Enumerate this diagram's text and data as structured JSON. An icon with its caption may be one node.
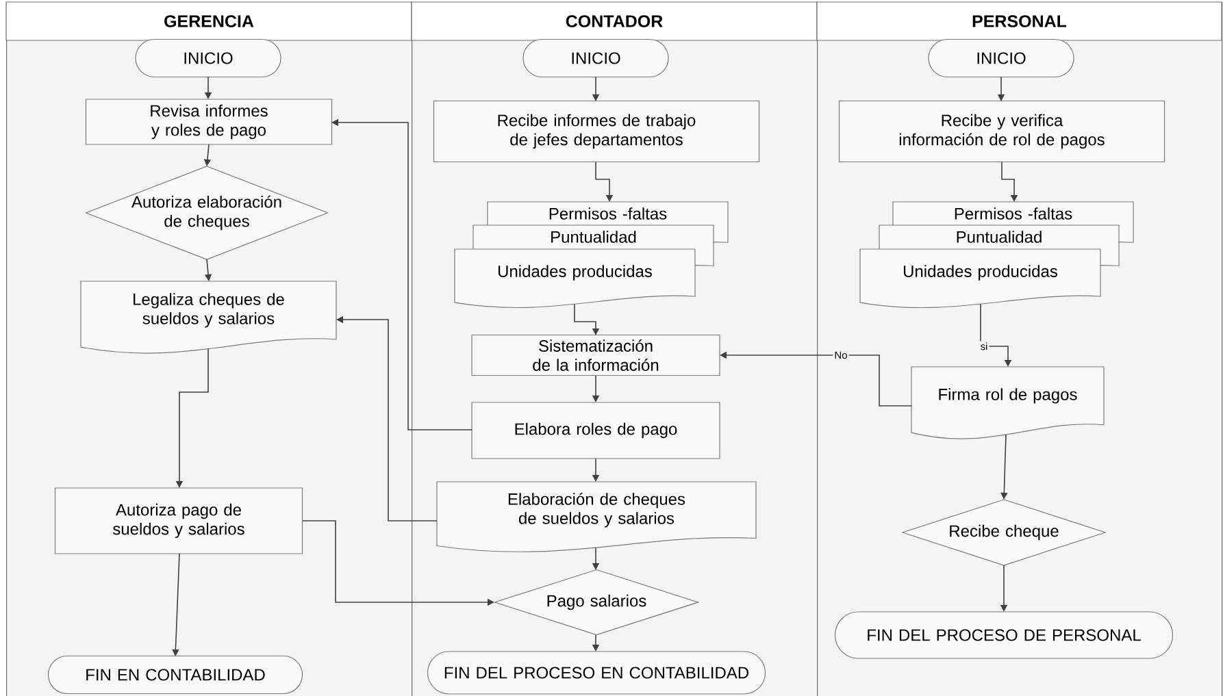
{
  "diagram": {
    "nodes": [
      {
        "text": [
          "GERENCIA"
        ]
      },
      {
        "text": [
          "CONTADOR"
        ]
      },
      {
        "text": [
          "PERSONAL"
        ]
      },
      {
        "text": [
          "INICIO"
        ],
        "in": 0
      },
      {
        "text": [
          "Revisa informes y roles de pago"
        ],
        "in": 0
      },
      {
        "text": [
          "Autoriza elaboración de cheques"
        ],
        "in": 0
      },
      {
        "text": [
          "Legaliza cheques de sueldos y salarios"
        ],
        "in": 0
      },
      {
        "text": [
          "Autoriza pago de sueldos y salarios"
        ],
        "in": 0
      },
      {
        "text": [
          "FIN EN CONTABILIDAD"
        ],
        "in": 0
      },
      {
        "text": [
          "INICIO"
        ],
        "in": 1
      },
      {
        "text": [
          "Recibe informes de trabajo de jefes departamentos"
        ],
        "in": 1
      },
      {
        "text": [
          "Permisos -faltas"
        ],
        "in": 1
      },
      {
        "text": [
          "Puntualidad"
        ],
        "in": 1
      },
      {
        "text": [
          "Unidades producidas"
        ],
        "in": 1
      },
      {
        "text": [
          "Sistematización de la información"
        ],
        "in": 1
      },
      {
        "text": [
          "Elabora roles de pago"
        ],
        "in": 1
      },
      {
        "text": [
          "Elaboración de cheques de sueldos y salarios"
        ],
        "in": 1
      },
      {
        "text": [
          "Pago salarios"
        ],
        "in": 1
      },
      {
        "text": [
          "FIN DEL PROCESO EN CONTABILIDAD"
        ],
        "in": 1
      },
      {
        "text": [
          "INICIO"
        ],
        "in": 2
      },
      {
        "text": [
          "Recibe y verifica información de rol de pagos"
        ],
        "in": 2
      },
      {
        "text": [
          "Permisos -faltas"
        ],
        "in": 2
      },
      {
        "text": [
          "Puntualidad"
        ],
        "in": 2
      },
      {
        "text": [
          "Unidades producidas"
        ],
        "in": 2
      },
      {
        "text": [
          "Firma rol de pagos"
        ],
        "in": 2
      },
      {
        "text": [
          "Recibe cheque"
        ],
        "in": 2
      },
      {
        "text": [
          "FIN DEL PROCESO DE PERSONAL"
        ],
        "in": 2
      }
    ],
    "edges": [
      {
        "from": 3,
        "to": 4,
        "arrow": "to"
      },
      {
        "from": 4,
        "to": 5,
        "arrow": "to"
      },
      {
        "from": 5,
        "to": 6,
        "arrow": "to"
      },
      {
        "from": 6,
        "to": 7,
        "arrow": "to"
      },
      {
        "from": 7,
        "to": 8,
        "arrow": "to"
      },
      {
        "from": 7,
        "to": 17,
        "arrow": "to"
      },
      {
        "from": 9,
        "to": 10,
        "arrow": "to"
      },
      {
        "from": 10,
        "to": 11,
        "arrow": "to"
      },
      {
        "from": 13,
        "to": 14,
        "arrow": "to"
      },
      {
        "from": 14,
        "to": 15,
        "arrow": "to"
      },
      {
        "from": 15,
        "to": 4,
        "arrow": "to"
      },
      {
        "from": 15,
        "to": 16,
        "arrow": "to"
      },
      {
        "from": 16,
        "to": 6,
        "arrow": "to"
      },
      {
        "from": 16,
        "to": 17,
        "arrow": "to"
      },
      {
        "from": 17,
        "to": 18,
        "arrow": "to"
      },
      {
        "from": 19,
        "to": 20,
        "arrow": "to"
      },
      {
        "from": 20,
        "to": 21,
        "arrow": "to"
      },
      {
        "from": 23,
        "to": 24,
        "arrow": "to",
        "label": "si"
      },
      {
        "from": 24,
        "to": 14,
        "arrow": "to",
        "label": "No"
      },
      {
        "from": 24,
        "to": 25,
        "arrow": "to"
      },
      {
        "from": 25,
        "to": 26,
        "arrow": "to"
      }
    ]
  }
}
